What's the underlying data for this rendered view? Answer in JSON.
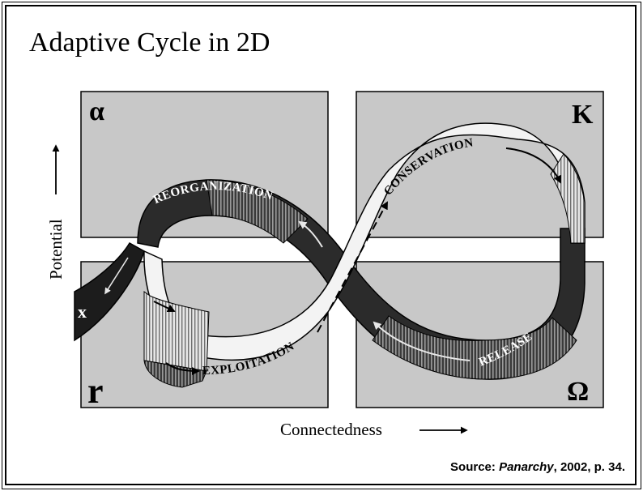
{
  "title": "Adaptive Cycle in 2D",
  "quadrants": {
    "alpha": "α",
    "k": "K",
    "r": "r",
    "omega": "Ω"
  },
  "axes": {
    "y_label": "Potential",
    "x_label": "Connectedness"
  },
  "phases": {
    "reorganization": "REORGANIZATION",
    "conservation": "CONSERVATION",
    "exploitation": "EXPLOITATION",
    "release": "RELEASE"
  },
  "exit_label": "x",
  "source": {
    "prefix": "Source: ",
    "work": "Panarchy",
    "suffix": ", 2002, p. 34."
  },
  "colors": {
    "panel": "#c8c8c8",
    "dark_band": "#2b2b2b",
    "light_band": "#f3f3f3",
    "outline": "#000000"
  }
}
